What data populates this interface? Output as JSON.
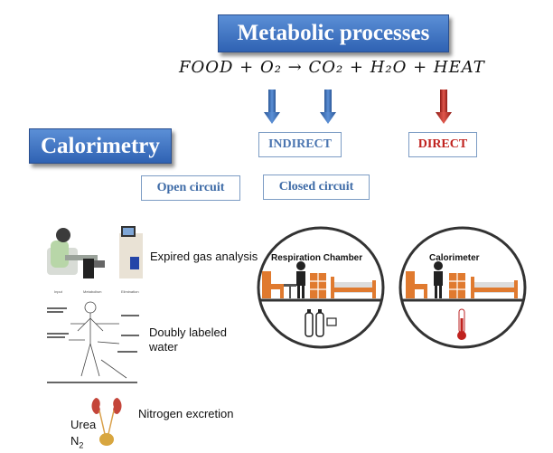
{
  "header": {
    "title": "Metabolic processes",
    "equation": "FOOD + O₂ → CO₂ + H₂O + HEAT"
  },
  "left": {
    "title": "Calorimetry"
  },
  "branches": {
    "indirect": "INDIRECT",
    "direct": "DIRECT",
    "open_circuit": "Open circuit",
    "closed_circuit": "Closed circuit"
  },
  "methods": {
    "expired_gas": "Expired gas analysis",
    "doubly_labeled": "Doubly labeled water",
    "nitrogen": "Nitrogen excretion",
    "urea": "Urea",
    "n2_base": "N",
    "n2_sub": "2"
  },
  "chambers": {
    "respiration": "Respiration Chamber",
    "calorimeter": "Calorimeter"
  },
  "colors": {
    "title_blue": "#2f62b3",
    "indirect_blue": "#4b75b0",
    "direct_red": "#c0221e",
    "arrow_blue": "#3a6fb8",
    "arrow_red": "#c0392b",
    "furniture_orange": "#e07a2f"
  }
}
